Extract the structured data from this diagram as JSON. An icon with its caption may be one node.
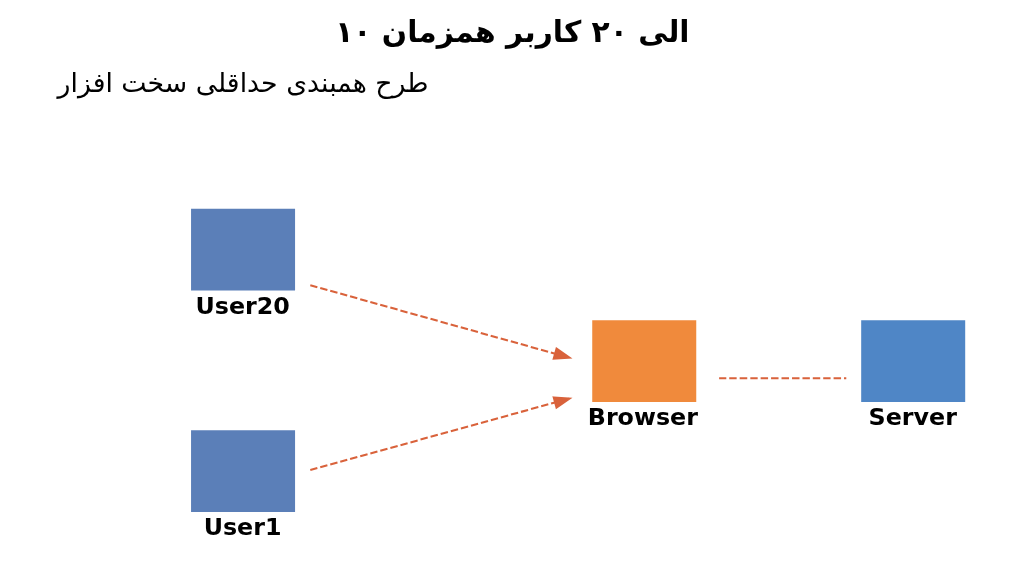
{
  "diagram": {
    "title": "۱۰ الی ۲۰ کاربر همزمان",
    "nodes": [
      {
        "text": [],
        "shape": "box",
        "beside": [
          "User20"
        ]
      },
      {
        "text": [],
        "shape": "box",
        "beside": [
          "User1"
        ]
      },
      {
        "text": [],
        "shape": "box",
        "beside": [
          "Browser"
        ]
      },
      {
        "text": [],
        "shape": "box",
        "beside": [
          "Server"
        ]
      }
    ],
    "edges": [
      {
        "from": 0,
        "to": 2,
        "arrow": "to",
        "style": "dashed"
      },
      {
        "from": 1,
        "to": 2,
        "arrow": "to",
        "style": "dashed"
      },
      {
        "from": 2,
        "to": 3,
        "arrow": "none",
        "style": "dashed"
      }
    ],
    "labels": [
      "طرح همبندی حداقلی سخت افزار"
    ]
  }
}
